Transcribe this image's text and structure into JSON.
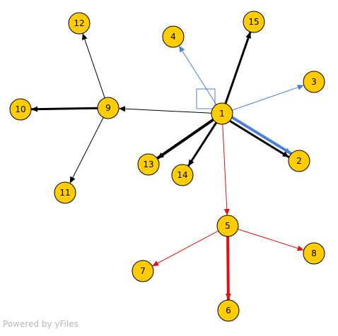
{
  "graph": {
    "nodes": [
      {
        "id": "1",
        "label": "1"
      },
      {
        "id": "2",
        "label": "2"
      },
      {
        "id": "3",
        "label": "3"
      },
      {
        "id": "4",
        "label": "4"
      },
      {
        "id": "5",
        "label": "5"
      },
      {
        "id": "6",
        "label": "6"
      },
      {
        "id": "7",
        "label": "7"
      },
      {
        "id": "8",
        "label": "8"
      },
      {
        "id": "9",
        "label": "9"
      },
      {
        "id": "10",
        "label": "10"
      },
      {
        "id": "11",
        "label": "11"
      },
      {
        "id": "12",
        "label": "12"
      },
      {
        "id": "13",
        "label": "13"
      },
      {
        "id": "14",
        "label": "14"
      },
      {
        "id": "15",
        "label": "15"
      }
    ],
    "edges": [
      {
        "from": "1",
        "to": "15",
        "color": "black",
        "weight": "bold"
      },
      {
        "from": "1",
        "to": "4",
        "color": "blue",
        "weight": "thin"
      },
      {
        "from": "1",
        "to": "3",
        "color": "blue",
        "weight": "thin"
      },
      {
        "from": "1",
        "to": "2",
        "color": "blue",
        "weight": "heavy"
      },
      {
        "from": "1",
        "to": "2",
        "color": "black",
        "weight": "bold"
      },
      {
        "from": "1",
        "to": "13",
        "color": "black",
        "weight": "heavy"
      },
      {
        "from": "1",
        "to": "14",
        "color": "black",
        "weight": "bold"
      },
      {
        "from": "1",
        "to": "9",
        "color": "black",
        "weight": "thin"
      },
      {
        "from": "1",
        "to": "5",
        "color": "red",
        "weight": "thin"
      },
      {
        "from": "9",
        "to": "12",
        "color": "black",
        "weight": "thin"
      },
      {
        "from": "9",
        "to": "10",
        "color": "black",
        "weight": "bold"
      },
      {
        "from": "9",
        "to": "11",
        "color": "black",
        "weight": "thin"
      },
      {
        "from": "5",
        "to": "7",
        "color": "red",
        "weight": "thin"
      },
      {
        "from": "5",
        "to": "8",
        "color": "red",
        "weight": "thin"
      },
      {
        "from": "5",
        "to": "6",
        "color": "red",
        "weight": "heavy"
      }
    ],
    "colors": {
      "node_fill": "#FFCC00",
      "node_stroke": "#000000",
      "black": "#000000",
      "blue": "#4A7FE0",
      "red": "#E01010",
      "selection_box": "#4A7FE0"
    }
  },
  "watermark": "Powered by yFiles"
}
